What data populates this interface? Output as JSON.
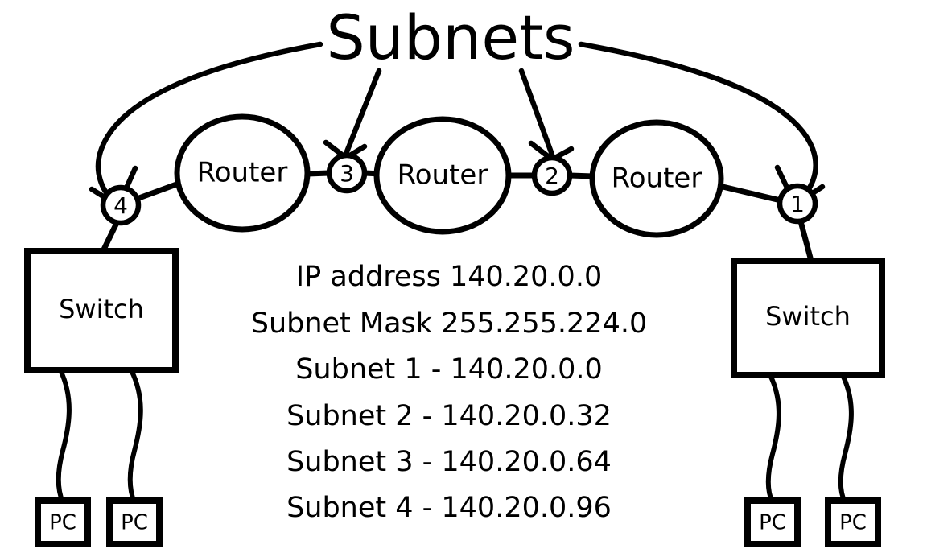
{
  "diagram": {
    "title": "Subnets",
    "routers": [
      {
        "label": "Router"
      },
      {
        "label": "Router"
      },
      {
        "label": "Router"
      }
    ],
    "subnet_markers": [
      {
        "label": "4"
      },
      {
        "label": "3"
      },
      {
        "label": "2"
      },
      {
        "label": "1"
      }
    ],
    "switches": [
      {
        "label": "Switch"
      },
      {
        "label": "Switch"
      }
    ],
    "hosts": [
      {
        "label": "PC"
      },
      {
        "label": "PC"
      },
      {
        "label": "PC"
      },
      {
        "label": "PC"
      }
    ],
    "info_lines": [
      "IP address 140.20.0.0",
      "Subnet Mask 255.255.224.0",
      "Subnet 1 - 140.20.0.0",
      "Subnet 2 - 140.20.0.32",
      "Subnet 3 - 140.20.0.64",
      "Subnet 4 - 140.20.0.96"
    ],
    "colors": {
      "stroke": "#000000",
      "fill": "#ffffff",
      "text": "#000000"
    }
  }
}
